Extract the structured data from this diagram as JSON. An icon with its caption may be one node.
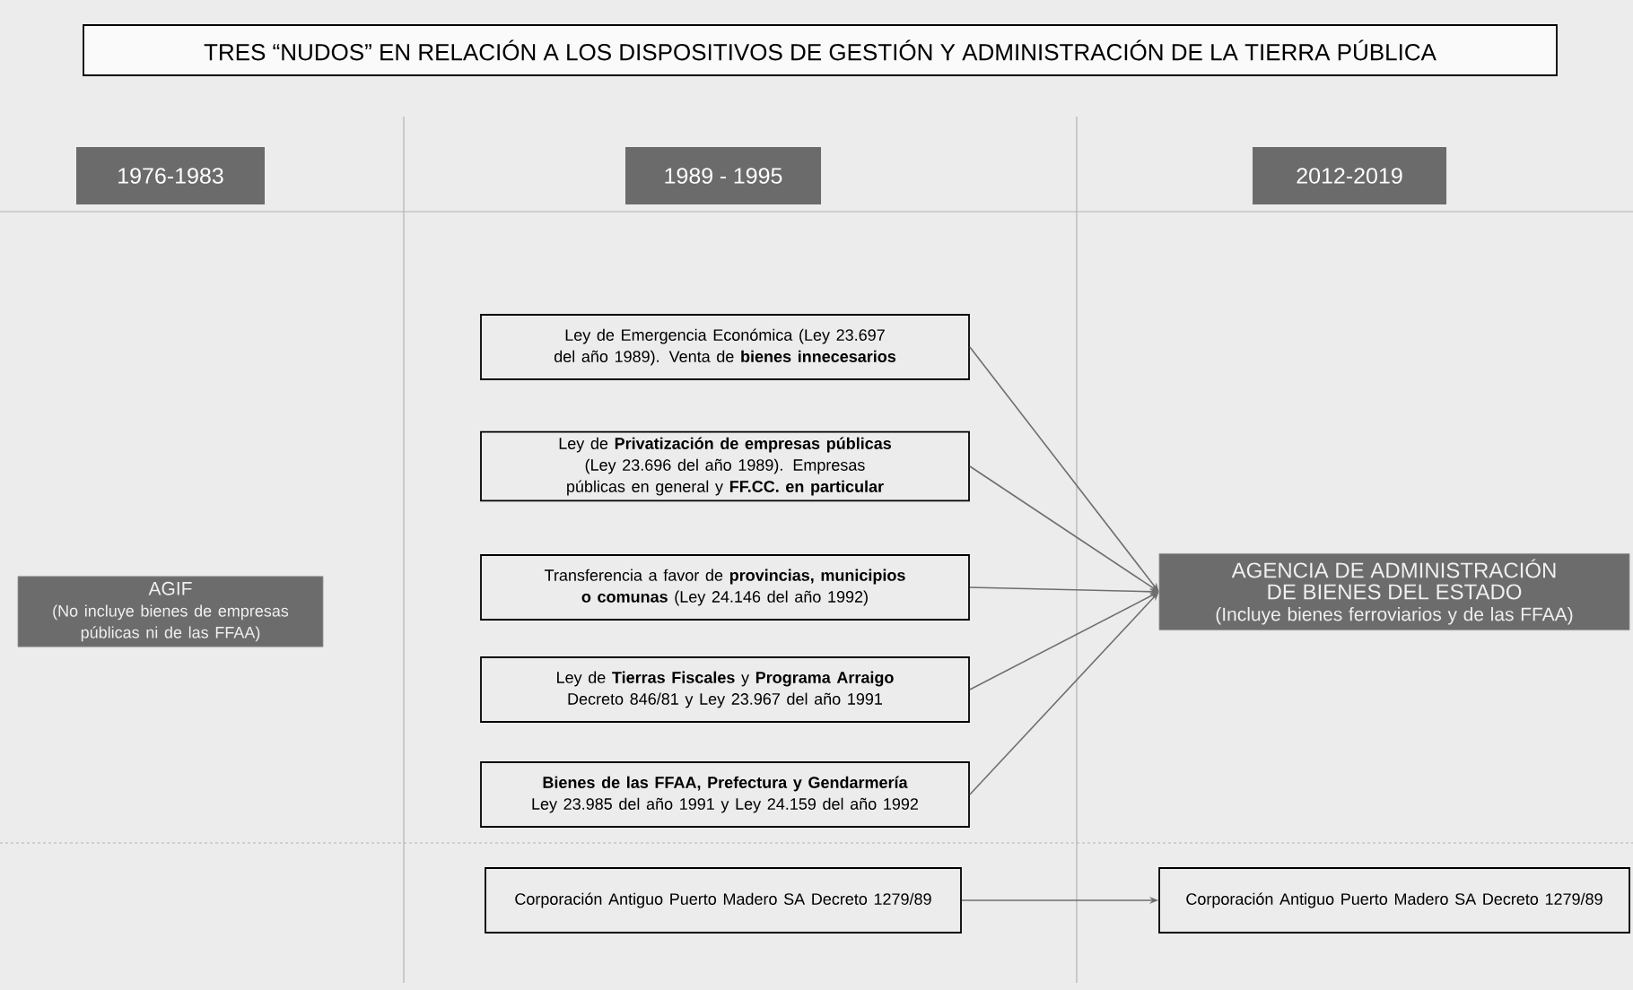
{
  "diagram": {
    "title": "TRES “NUDOS” EN RELACIÓN A LOS DISPOSITIVOS DE GESTIÓN Y ADMINISTRACIÓN DE LA TIERRA PÚBLICA",
    "nodes": [
      {
        "text": [
          "1976-1983"
        ]
      },
      {
        "text": [
          "1989 - 1995"
        ]
      },
      {
        "text": [
          "2012-2019"
        ]
      },
      {
        "text": [
          "AGIF",
          "(No incluye bienes de empresas públicas ni de las FFAA)"
        ]
      },
      {
        "text": [
          "Ley de Emergencia Económica (Ley 23.697 del año 1989). Venta de **bienes innecesarios**"
        ]
      },
      {
        "text": [
          "Ley de **Privatización de empresas públicas** (Ley 23.696 del año 1989). Empresas públicas en general y **FF.CC. en particular**"
        ]
      },
      {
        "text": [
          "Transferencia a favor de **provincias, municipios o comunas** (Ley 24.146 del año 1992)"
        ]
      },
      {
        "text": [
          "Ley de **Tierras Fiscales** y **Programa Arraigo** Decreto 846/81 y Ley 23.967 del año 1991"
        ]
      },
      {
        "text": [
          "**Bienes de las FFAA, Prefectura y Gendarmería** Ley 23.985 del año 1991 y Ley 24.159 del año 1992"
        ]
      },
      {
        "text": [
          "AGENCIA DE ADMINISTRACIÓN DE BIENES DEL ESTADO",
          "(Incluye bienes ferroviarios y de las FFAA)"
        ]
      },
      {
        "text": [
          "Corporación Antiguo Puerto Madero SA Decreto 1279/89"
        ]
      },
      {
        "text": [
          "Corporación Antiguo Puerto Madero SA Decreto 1279/89"
        ]
      }
    ],
    "edges": [
      {
        "from": 4,
        "to": 9,
        "arrow": "to"
      },
      {
        "from": 5,
        "to": 9,
        "arrow": "to"
      },
      {
        "from": 6,
        "to": 9,
        "arrow": "to"
      },
      {
        "from": 7,
        "to": 9,
        "arrow": "to"
      },
      {
        "from": 8,
        "to": 9,
        "arrow": "to"
      },
      {
        "from": 10,
        "to": 11,
        "arrow": "to"
      }
    ]
  }
}
